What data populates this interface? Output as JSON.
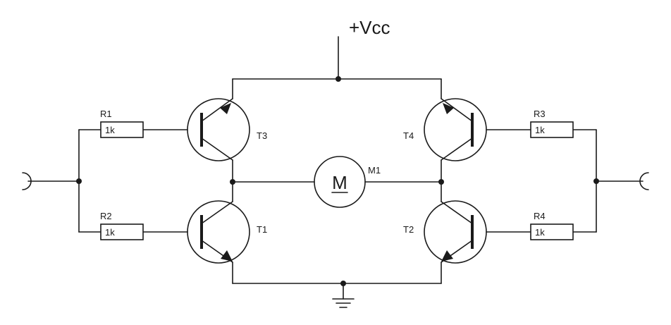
{
  "supply": {
    "label": "+Vcc"
  },
  "motor": {
    "name": "M1",
    "symbol": "M"
  },
  "resistors": [
    {
      "name": "R1",
      "value": "1k"
    },
    {
      "name": "R2",
      "value": "1k"
    },
    {
      "name": "R3",
      "value": "1k"
    },
    {
      "name": "R4",
      "value": "1k"
    }
  ],
  "transistors": [
    {
      "name": "T1",
      "type": "NPN"
    },
    {
      "name": "T2",
      "type": "NPN"
    },
    {
      "name": "T3",
      "type": "PNP"
    },
    {
      "name": "T4",
      "type": "PNP"
    }
  ]
}
